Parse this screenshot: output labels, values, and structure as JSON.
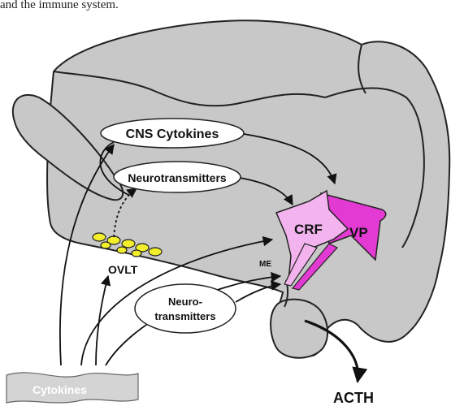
{
  "caption_fragment": "and the immune system.",
  "labels": {
    "cns_cytokines": "CNS Cytokines",
    "neurotransmitters_upper": "Neurotransmitters",
    "neurotransmitters_lower_line1": "Neuro-",
    "neurotransmitters_lower_line2": "transmitters",
    "crf": "CRF",
    "vp": "VP",
    "me": "ME",
    "ovlt": "OVLT",
    "cytokines_banner": "Cytokines",
    "acth": "ACTH"
  },
  "colors": {
    "brain": "#c8c8c8",
    "crf_region": "#f3b3ee",
    "vp_region": "#e23ad3",
    "ovlt_cells": "#f2ee2a",
    "cytokines_banner": "#d4d4d4"
  }
}
